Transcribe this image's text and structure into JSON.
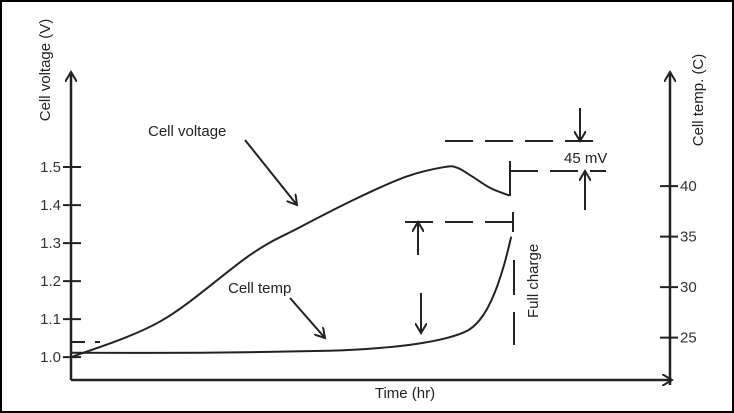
{
  "chart_data": {
    "type": "line",
    "title": "",
    "xlabel": "Time (hr)",
    "ylabel": "Cell voltage (V)",
    "y2label": "Cell temp. (C)",
    "xlim": [
      0,
      100
    ],
    "ylim": [
      0.94,
      1.75
    ],
    "y2lim": [
      20.8,
      51.3
    ],
    "grid": false,
    "yticks": [
      "1.0",
      "1.1",
      "1.2",
      "1.3",
      "1.4",
      "1.5"
    ],
    "ytick_values": [
      1.0,
      1.1,
      1.2,
      1.3,
      1.4,
      1.5
    ],
    "y2ticks": [
      "25",
      "30",
      "35",
      "40"
    ],
    "y2tick_values": [
      25,
      30,
      35,
      40
    ],
    "series": [
      {
        "name": "Cell voltage",
        "axis": "left",
        "color": "#222222",
        "x": [
          0,
          15,
          30,
          38,
          48,
          56,
          62.3,
          64.5,
          67,
          70,
          73.2
        ],
        "y": [
          1.0,
          1.095,
          1.27,
          1.34,
          1.42,
          1.475,
          1.5,
          1.498,
          1.475,
          1.445,
          1.425
        ]
      },
      {
        "name": "Cell temp",
        "axis": "right",
        "color": "#222222",
        "x": [
          0,
          21.5,
          43,
          52,
          58,
          63,
          66.5,
          68.8,
          70.7,
          72.3,
          73.5
        ],
        "y": [
          23.5,
          23.5,
          23.7,
          24.0,
          24.4,
          25.0,
          25.8,
          27.2,
          29.4,
          32.2,
          35.0
        ]
      }
    ],
    "annotations": {
      "voltage_label": "Cell voltage",
      "temp_label": "Cell temp",
      "delta_v": "45 mV",
      "full_charge": "Full charge"
    }
  }
}
